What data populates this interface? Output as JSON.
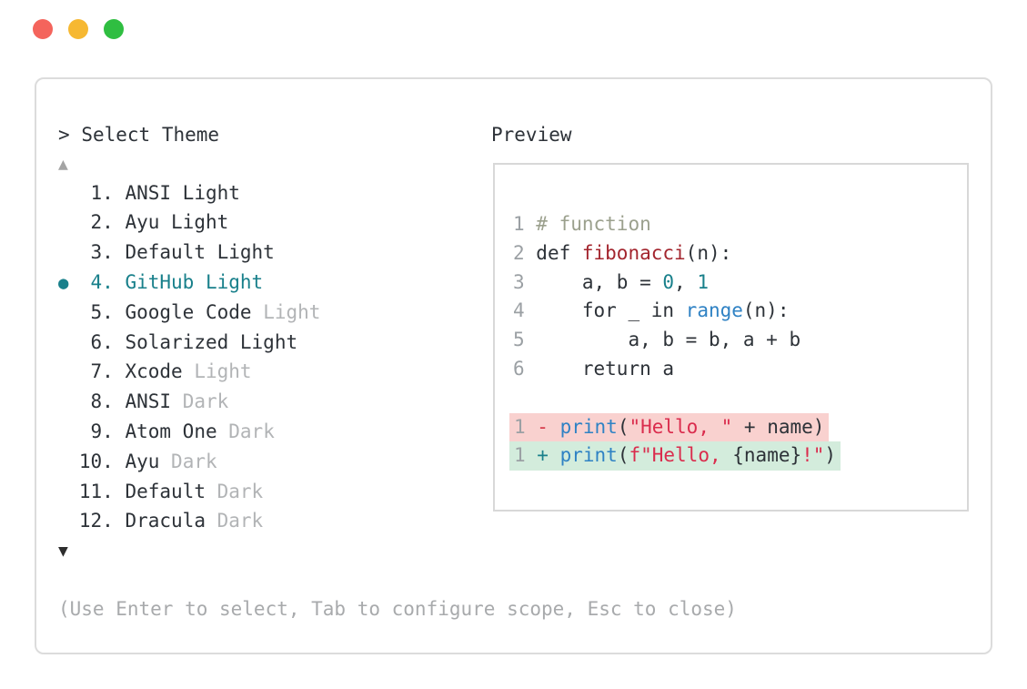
{
  "colors": {
    "light_red": "#f4645c",
    "light_yellow": "#f6b832",
    "light_green": "#2fbe41",
    "panel_border": "#dcdcdc",
    "preview_border": "#d8d8d8",
    "text_dark": "#2d3238",
    "muted_gray": "#b2b4b6",
    "footer_gray": "#a8aaac",
    "line_number_gray": "#9ba0a4",
    "accent_teal": "#19808b",
    "comment_olive": "#9ba08d",
    "function_red": "#a3252e",
    "number_teal": "#19808b",
    "builtin_blue": "#2f82c4",
    "string_crimson": "#da2c4d",
    "diff_minus": "#d63a4a",
    "diff_plus": "#19808b",
    "removed_bg": "#f9d1cf",
    "added_bg": "#d3ecdc",
    "scroll_up_gray": "#a4a4a4",
    "scroll_down_dark": "#2d2d2d"
  },
  "window_controls": {
    "close": "close-button",
    "minimize": "minimize-button",
    "zoom": "zoom-button"
  },
  "prompt": {
    "marker": ">",
    "label": "Select Theme"
  },
  "list": {
    "scroll_up_glyph": "▲",
    "scroll_down_glyph": "▼",
    "selected_marker": "●",
    "items": [
      {
        "number": "1.",
        "name": "ANSI Light",
        "muted": "",
        "selected": false
      },
      {
        "number": "2.",
        "name": "Ayu Light",
        "muted": "",
        "selected": false
      },
      {
        "number": "3.",
        "name": "Default Light",
        "muted": "",
        "selected": false
      },
      {
        "number": "4.",
        "name": "GitHub Light",
        "muted": "",
        "selected": true
      },
      {
        "number": "5.",
        "name": "Google Code",
        "muted": "Light",
        "selected": false
      },
      {
        "number": "6.",
        "name": "Solarized Light",
        "muted": "",
        "selected": false
      },
      {
        "number": "7.",
        "name": "Xcode",
        "muted": "Light",
        "selected": false
      },
      {
        "number": "8.",
        "name": "ANSI",
        "muted": "Dark",
        "selected": false
      },
      {
        "number": "9.",
        "name": "Atom One",
        "muted": "Dark",
        "selected": false
      },
      {
        "number": "10.",
        "name": "Ayu",
        "muted": "Dark",
        "selected": false
      },
      {
        "number": "11.",
        "name": "Default",
        "muted": "Dark",
        "selected": false
      },
      {
        "number": "12.",
        "name": "Dracula",
        "muted": "Dark",
        "selected": false
      }
    ]
  },
  "footer": {
    "hint": "(Use Enter to select, Tab to configure scope, Esc to close)"
  },
  "preview": {
    "title": "Preview",
    "code_lines": [
      {
        "n": "1",
        "segs": [
          [
            "comment",
            "# function"
          ]
        ]
      },
      {
        "n": "2",
        "segs": [
          [
            "plain",
            "def "
          ],
          [
            "func",
            "fibonacci"
          ],
          [
            "plain",
            "(n):"
          ]
        ]
      },
      {
        "n": "3",
        "segs": [
          [
            "plain",
            "    a, b = "
          ],
          [
            "number",
            "0"
          ],
          [
            "plain",
            ", "
          ],
          [
            "number",
            "1"
          ]
        ]
      },
      {
        "n": "4",
        "segs": [
          [
            "plain",
            "    for _ in "
          ],
          [
            "builtin",
            "range"
          ],
          [
            "plain",
            "(n):"
          ]
        ]
      },
      {
        "n": "5",
        "segs": [
          [
            "plain",
            "        a, b = b, a + b"
          ]
        ]
      },
      {
        "n": "6",
        "segs": [
          [
            "plain",
            "    return a"
          ]
        ]
      }
    ],
    "diff_lines": [
      {
        "n": "1",
        "sign": "-",
        "kind": "removed",
        "segs": [
          [
            "builtin",
            "print"
          ],
          [
            "plain",
            "("
          ],
          [
            "string",
            "\"Hello, \""
          ],
          [
            "plain",
            " + name)"
          ]
        ]
      },
      {
        "n": "1",
        "sign": "+",
        "kind": "added",
        "segs": [
          [
            "builtin",
            "print"
          ],
          [
            "plain",
            "("
          ],
          [
            "string",
            "f\"Hello, "
          ],
          [
            "plain",
            "{name}"
          ],
          [
            "string",
            "!\""
          ],
          [
            "plain",
            ")"
          ]
        ]
      }
    ]
  }
}
